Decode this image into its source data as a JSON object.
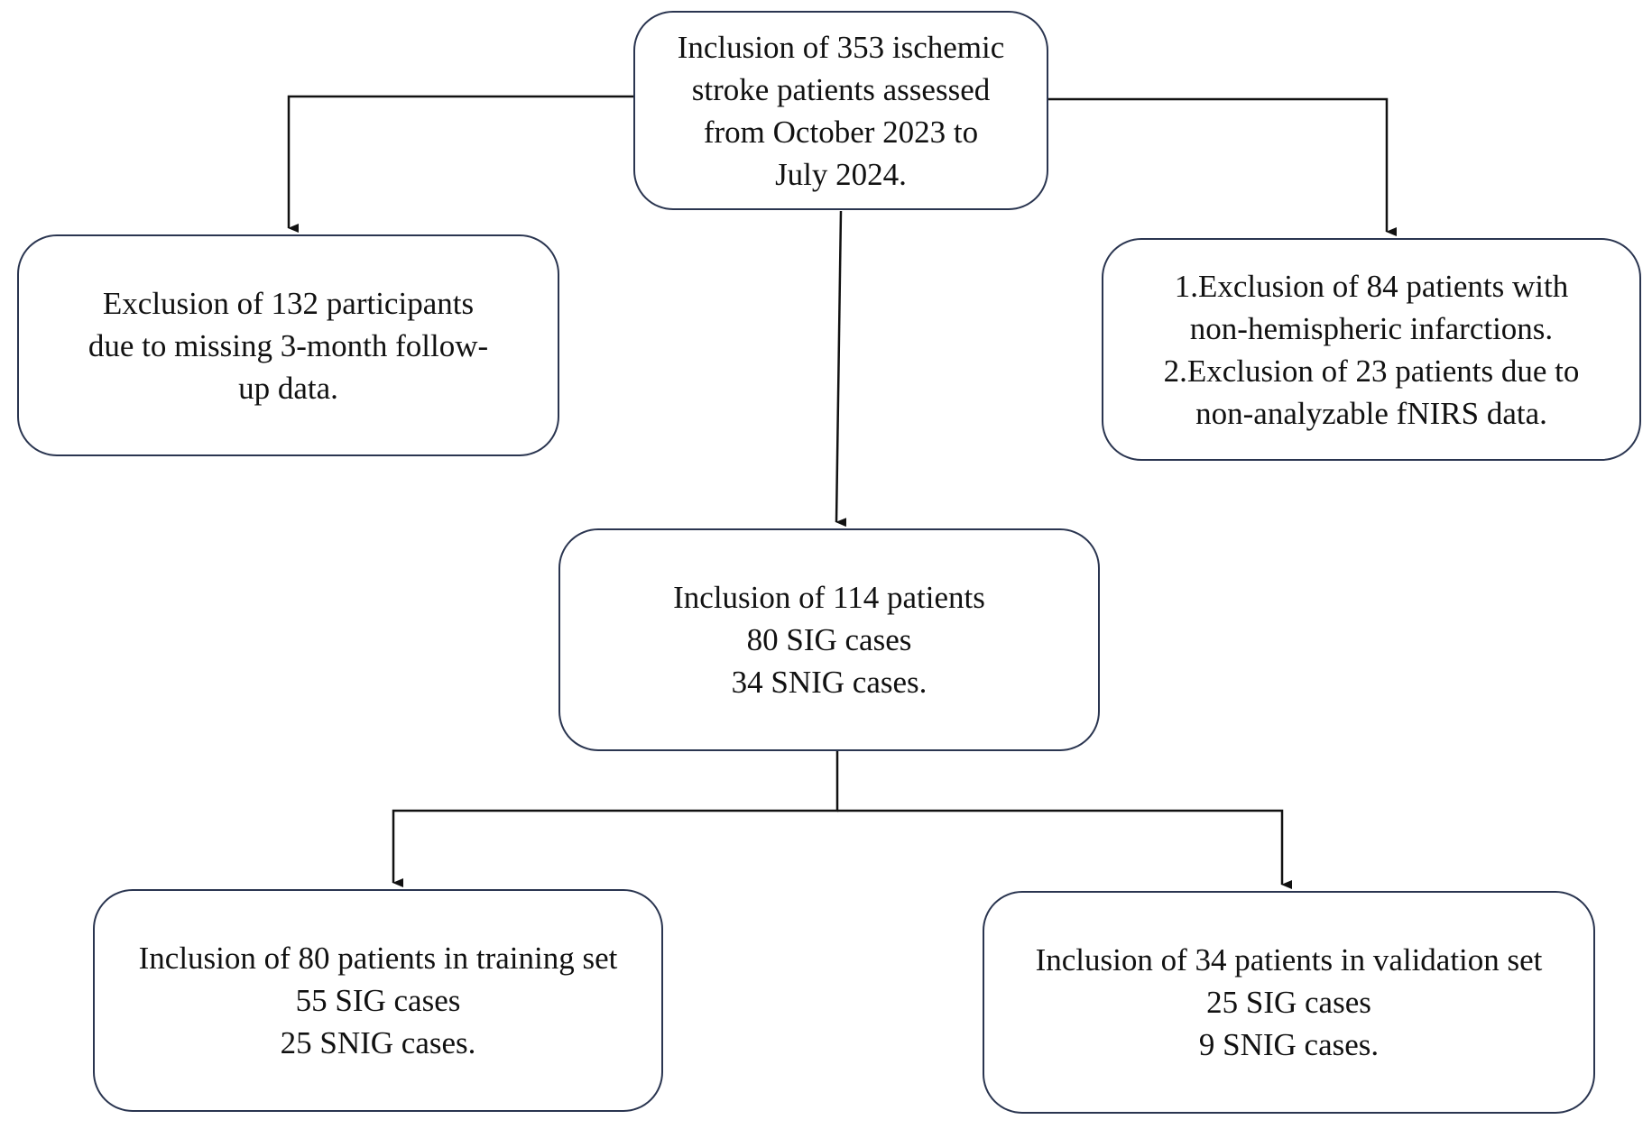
{
  "flowchart": {
    "nodes": {
      "top": {
        "lines": [
          "Inclusion of 353 ischemic",
          "stroke patients assessed",
          "from October 2023 to",
          "July 2024."
        ]
      },
      "left": {
        "lines": [
          "Exclusion of 132 participants",
          "due to missing 3-month follow-",
          "up data."
        ]
      },
      "right": {
        "lines": [
          "1.Exclusion of 84 patients with",
          "non-hemispheric infarctions.",
          "2.Exclusion of 23 patients due to",
          "non-analyzable fNIRS data."
        ]
      },
      "middle": {
        "lines": [
          "Inclusion of 114 patients",
          "80 SIG cases",
          "34 SNIG cases."
        ]
      },
      "training": {
        "lines": [
          "Inclusion of 80 patients in training set",
          "55 SIG cases",
          "25 SNIG cases."
        ]
      },
      "validation": {
        "lines": [
          "Inclusion of 34 patients in validation set",
          "25 SIG cases",
          "9 SNIG cases."
        ]
      }
    },
    "edges": [
      {
        "from": "top",
        "to": "left"
      },
      {
        "from": "top",
        "to": "right"
      },
      {
        "from": "top",
        "to": "middle"
      },
      {
        "from": "middle",
        "to": "training"
      },
      {
        "from": "middle",
        "to": "validation"
      }
    ],
    "colors": {
      "box_border": "#2a3550",
      "connector": "#111111",
      "text": "#111111"
    }
  }
}
